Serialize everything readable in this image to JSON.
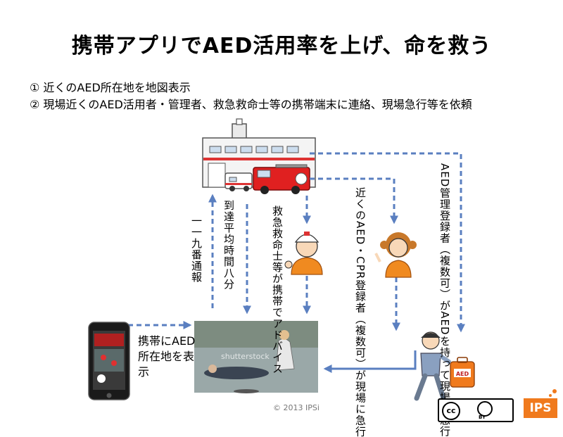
{
  "title": "携帯アプリでAED活用率を上げ、命を救う",
  "points": [
    "① 近くのAED所在地を地図表示",
    "② 現場近くのAED活用者・管理者、救急救命士等の携帯端末に連絡、現場急行等を依頼"
  ],
  "labels": {
    "call_119": "一一九番通報",
    "arrival_time": "到達平均時間八分",
    "paramedic_advice": "救急救命士等が携帯でアドバイス",
    "cpr_registrants": "近くのAED・CPR登録者（複数可）が現場に急行",
    "aed_managers": "AED管理登録者（複数可）がAEDを持って現場に急行",
    "phone_display": "携帯にAED所在地を表示",
    "photo_watermark": "shutterstock",
    "aed_box": "AED",
    "cc_logo": "cc",
    "cc_by": "BY"
  },
  "footer": {
    "copyright": "© 2013 IPSi",
    "brand": "IPS"
  },
  "colors": {
    "arrow": "#5a7fc0",
    "truck": "#e02020",
    "brand": "#f07a1d"
  },
  "icons": [
    "fire-station-icon",
    "fire-truck-icon",
    "ambulance-icon",
    "paramedic-icon",
    "volunteer-woman-icon",
    "smartphone-icon",
    "aed-manager-icon",
    "aed-box-icon",
    "cc-by-logo"
  ]
}
